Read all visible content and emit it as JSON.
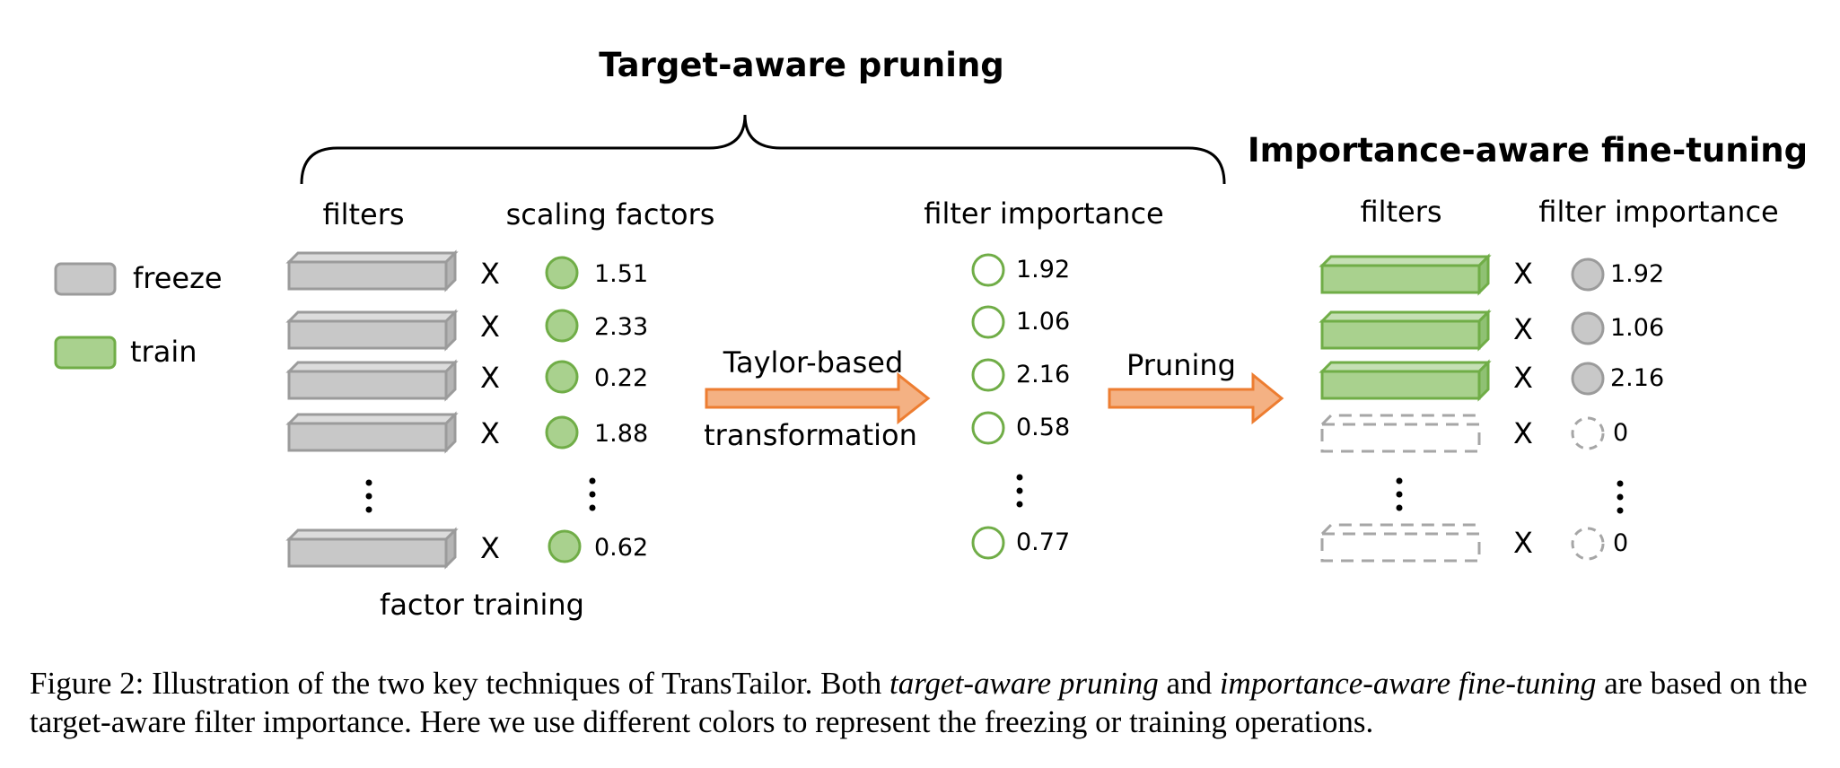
{
  "pruning_title": "Target-aware pruning",
  "finetune_title": "Importance-aware fine-tuning",
  "legend": {
    "freeze": "freeze",
    "train": "train"
  },
  "colors": {
    "freeze_fill": "#c8c8c8",
    "freeze_stroke": "#9b9b9b",
    "train_fill": "#a9d18e",
    "train_stroke": "#70ad47",
    "arrow_fill": "#f4b183",
    "arrow_stroke": "#ed7d31"
  },
  "stage1": {
    "filters_header": "filters",
    "factors_header": "scaling factors",
    "multiply": "X",
    "factors": [
      "1.51",
      "2.33",
      "0.22",
      "1.88",
      "0.62"
    ],
    "footer": "factor training"
  },
  "arrow1": {
    "line1": "Taylor-based",
    "line2": "transformation"
  },
  "stage2": {
    "header": "filter importance",
    "values": [
      "1.92",
      "1.06",
      "2.16",
      "0.58",
      "0.77"
    ]
  },
  "arrow2": {
    "label": "Pruning"
  },
  "stage3": {
    "filters_header": "filters",
    "importance_header": "filter importance",
    "multiply": "X",
    "values": [
      "1.92",
      "1.06",
      "2.16",
      "0",
      "0"
    ]
  },
  "caption": {
    "prefix": "Figure 2: Illustration of the two key techniques of TransTailor. Both ",
    "em1": "target-aware pruning",
    "mid": " and ",
    "em2": "importance-aware fine-tuning",
    "suffix": " are based on the target-aware filter importance. Here we use different colors to represent the freezing or training operations."
  }
}
